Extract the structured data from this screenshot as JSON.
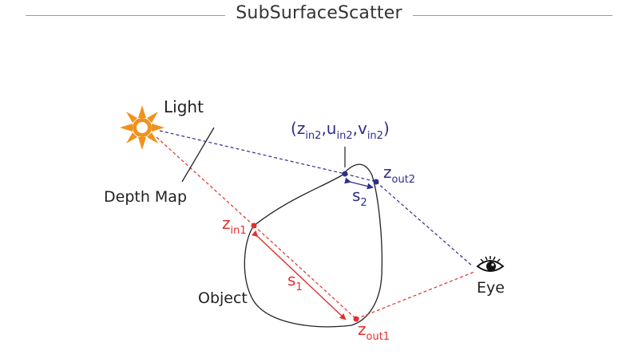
{
  "title": "SubSurfaceScatter",
  "colors": {
    "blue": "#2e2e8e",
    "red": "#e0302e",
    "black": "#222222",
    "sun": "#f0921c",
    "rule": "#9a9a9a"
  },
  "labels": {
    "light": "Light",
    "depth_map": "Depth Map",
    "object": "Object",
    "eye": "Eye",
    "coord_open": "(",
    "coord_z": "z",
    "coord_z_sub": "in2",
    "coord_sep1": ",",
    "coord_u": "u",
    "coord_u_sub": "in2",
    "coord_sep2": ",",
    "coord_v": "v",
    "coord_v_sub": "in2",
    "coord_close": ")",
    "z_out2": "z",
    "z_out2_sub": "out2",
    "s2": "s",
    "s2_sub": "2",
    "z_in1": "z",
    "z_in1_sub": "in1",
    "s1": "s",
    "s1_sub": "1",
    "z_out1": "z",
    "z_out1_sub": "out1"
  },
  "icons": {
    "light_source": "sun-icon",
    "viewer": "eye-icon"
  }
}
